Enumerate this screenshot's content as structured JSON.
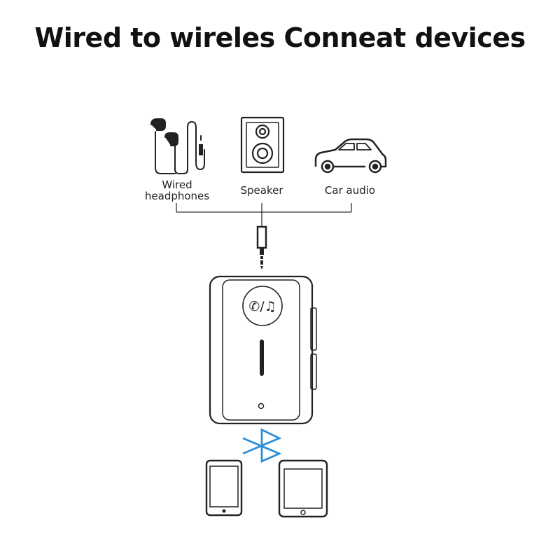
{
  "title": "Wired to wireles Conneat devices",
  "devices": {
    "headphones_label": "Wired\nheadphones",
    "speaker_label": "Speaker",
    "car_label": "Car audio"
  },
  "icons": {
    "headphones": "wired-headphones-icon",
    "speaker": "speaker-icon",
    "car": "car-icon",
    "jack": "aux-jack-icon",
    "adapter": "bluetooth-adapter-device",
    "bluetooth": "bluetooth-icon",
    "phone": "phone-icon",
    "tablet": "tablet-icon"
  },
  "colors": {
    "line": "#222222",
    "bluetooth": "#2e8fd6"
  }
}
